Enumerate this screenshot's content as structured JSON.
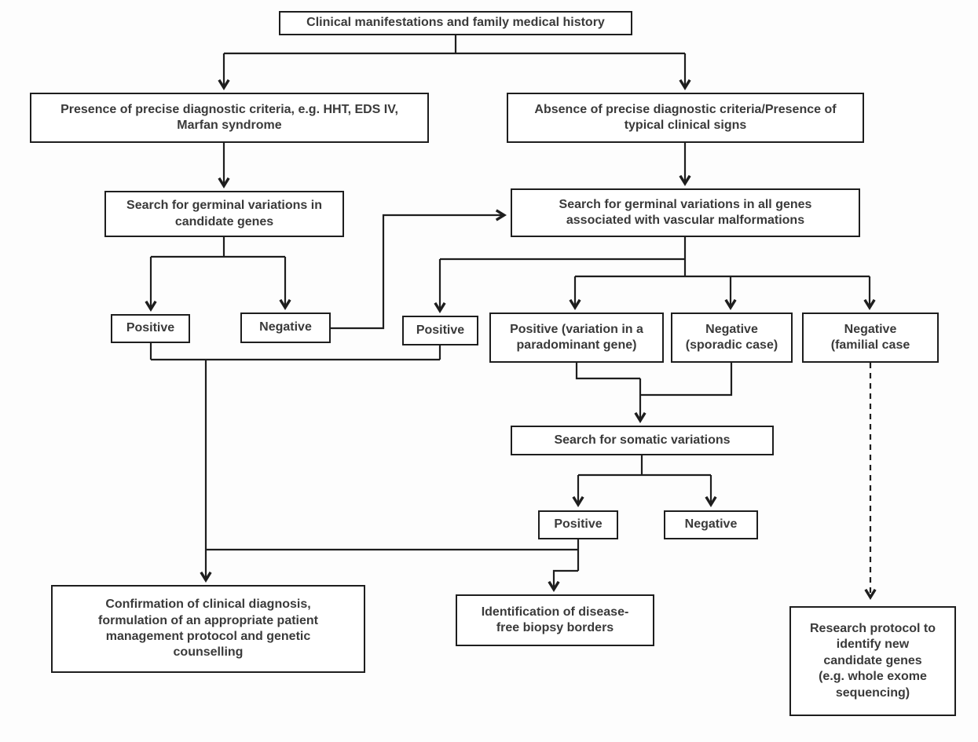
{
  "diagram": {
    "nodes": {
      "clinical": {
        "label": "Clinical manifestations and family medical history"
      },
      "presence": {
        "label": "Presence of precise diagnostic criteria, e.g. HHT, EDS IV,\nMarfan syndrome"
      },
      "absence": {
        "label": "Absence of precise diagnostic criteria/Presence of\ntypical clinical signs"
      },
      "search_candidate": {
        "label": "Search for germinal variations in\ncandidate genes"
      },
      "search_all": {
        "label": "Search for germinal variations in all genes\nassociated with vascular malformations"
      },
      "positive_candidate": {
        "label": "Positive"
      },
      "negative_candidate": {
        "label": "Negative"
      },
      "positive_all": {
        "label": "Positive"
      },
      "positive_paradominant": {
        "label": "Positive (variation in a\nparadominant gene)"
      },
      "negative_sporadic": {
        "label": "Negative\n(sporadic case)"
      },
      "negative_familial": {
        "label": "Negative\n(familial case"
      },
      "search_somatic": {
        "label": "Search for somatic variations"
      },
      "positive_somatic": {
        "label": "Positive"
      },
      "negative_somatic": {
        "label": "Negative"
      },
      "confirmation": {
        "label": "Confirmation of clinical diagnosis,\nformulation of an appropriate patient\nmanagement protocol and genetic\ncounselling"
      },
      "identification": {
        "label": "Identification of disease-\nfree biopsy borders"
      },
      "research": {
        "label": "Research  protocol to\nidentify new\ncandidate genes\n(e.g. whole exome\nsequencing)"
      }
    },
    "edges": [
      {
        "from": "clinical",
        "to": "presence",
        "style": "solid"
      },
      {
        "from": "clinical",
        "to": "absence",
        "style": "solid"
      },
      {
        "from": "presence",
        "to": "search_candidate",
        "style": "solid"
      },
      {
        "from": "absence",
        "to": "search_all",
        "style": "solid"
      },
      {
        "from": "search_candidate",
        "to": "positive_candidate",
        "style": "solid"
      },
      {
        "from": "search_candidate",
        "to": "negative_candidate",
        "style": "solid"
      },
      {
        "from": "negative_candidate",
        "to": "search_all",
        "style": "solid"
      },
      {
        "from": "search_all",
        "to": "positive_all",
        "style": "solid"
      },
      {
        "from": "search_all",
        "to": "positive_paradominant",
        "style": "solid"
      },
      {
        "from": "search_all",
        "to": "negative_sporadic",
        "style": "solid"
      },
      {
        "from": "search_all",
        "to": "negative_familial",
        "style": "solid"
      },
      {
        "from": "positive_paradominant",
        "to": "search_somatic",
        "style": "solid"
      },
      {
        "from": "negative_sporadic",
        "to": "search_somatic",
        "style": "solid"
      },
      {
        "from": "search_somatic",
        "to": "positive_somatic",
        "style": "solid"
      },
      {
        "from": "search_somatic",
        "to": "negative_somatic",
        "style": "solid"
      },
      {
        "from": "positive_somatic",
        "to": "identification",
        "style": "solid"
      },
      {
        "from": "positive_candidate",
        "to": "confirmation",
        "style": "solid"
      },
      {
        "from": "positive_all",
        "to": "confirmation",
        "style": "solid"
      },
      {
        "from": "positive_somatic",
        "to": "confirmation",
        "style": "solid"
      },
      {
        "from": "negative_familial",
        "to": "research",
        "style": "dashed"
      }
    ],
    "colors": {
      "line": "#1e1e1e",
      "box_border": "#1e1e1e",
      "text": "#3a3a3a",
      "background": "#fdfdfd"
    }
  }
}
